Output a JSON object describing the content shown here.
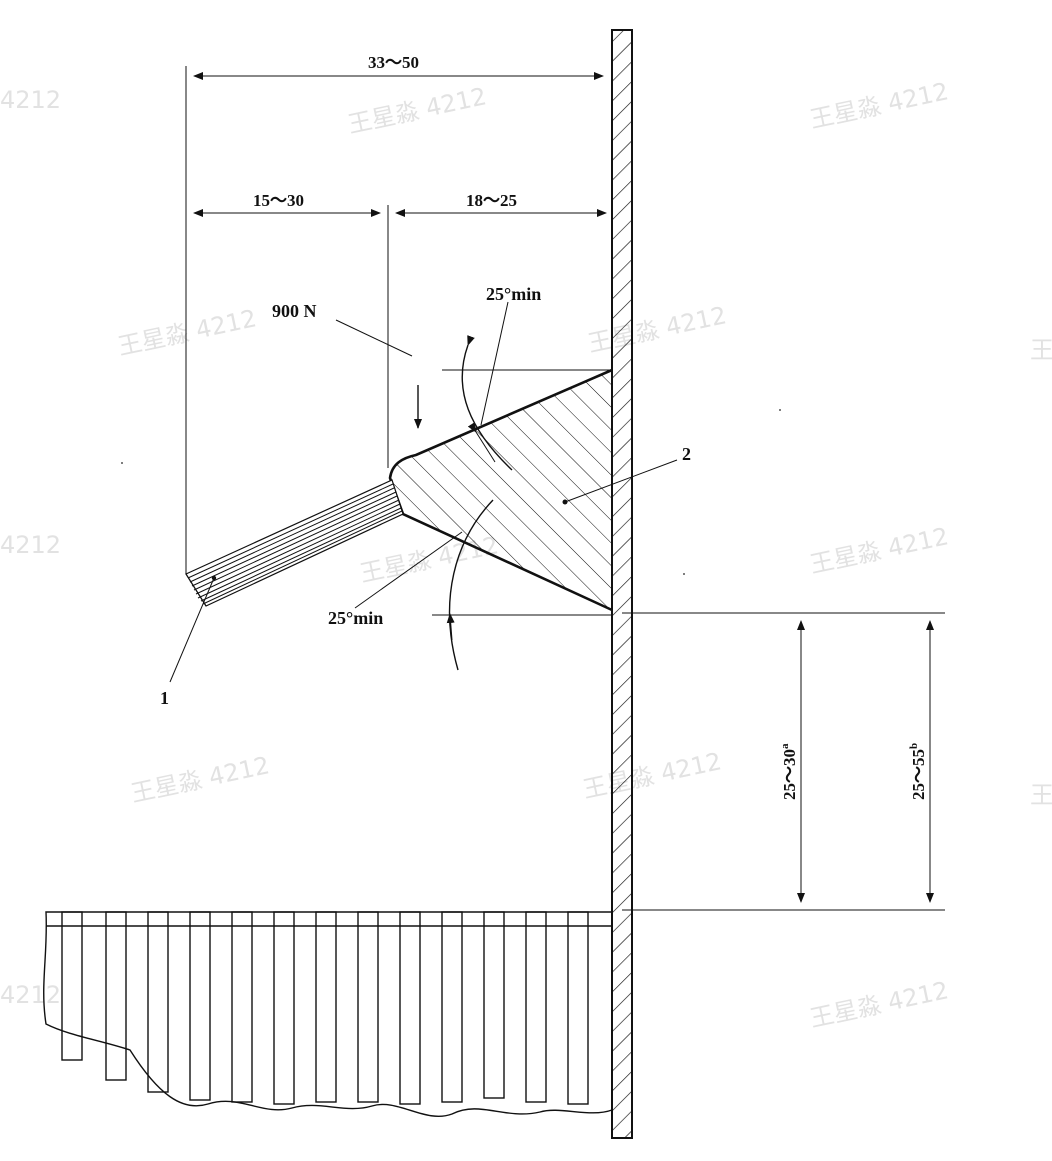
{
  "dimensions": {
    "total_width": "33～50",
    "left_width": "15～30",
    "right_width": "18～25",
    "gap_a": "25～30",
    "gap_a_sup": "a",
    "gap_b": "25～55",
    "gap_b_sup": "b"
  },
  "labels": {
    "force": "900 N",
    "angle_top": "25°min",
    "angle_bottom": "25°min",
    "part_1": "1",
    "part_2": "2"
  },
  "watermarks": [
    "王星淼 4212",
    "王星淼 4212",
    "王星淼 4212",
    "王星淼 4212",
    "王星淼 4212",
    "王星淼 4212",
    "王星淼 4212",
    "王星淼 4212",
    "王星淼 4212",
    "4212",
    "4212",
    "4212",
    "王",
    "王"
  ]
}
